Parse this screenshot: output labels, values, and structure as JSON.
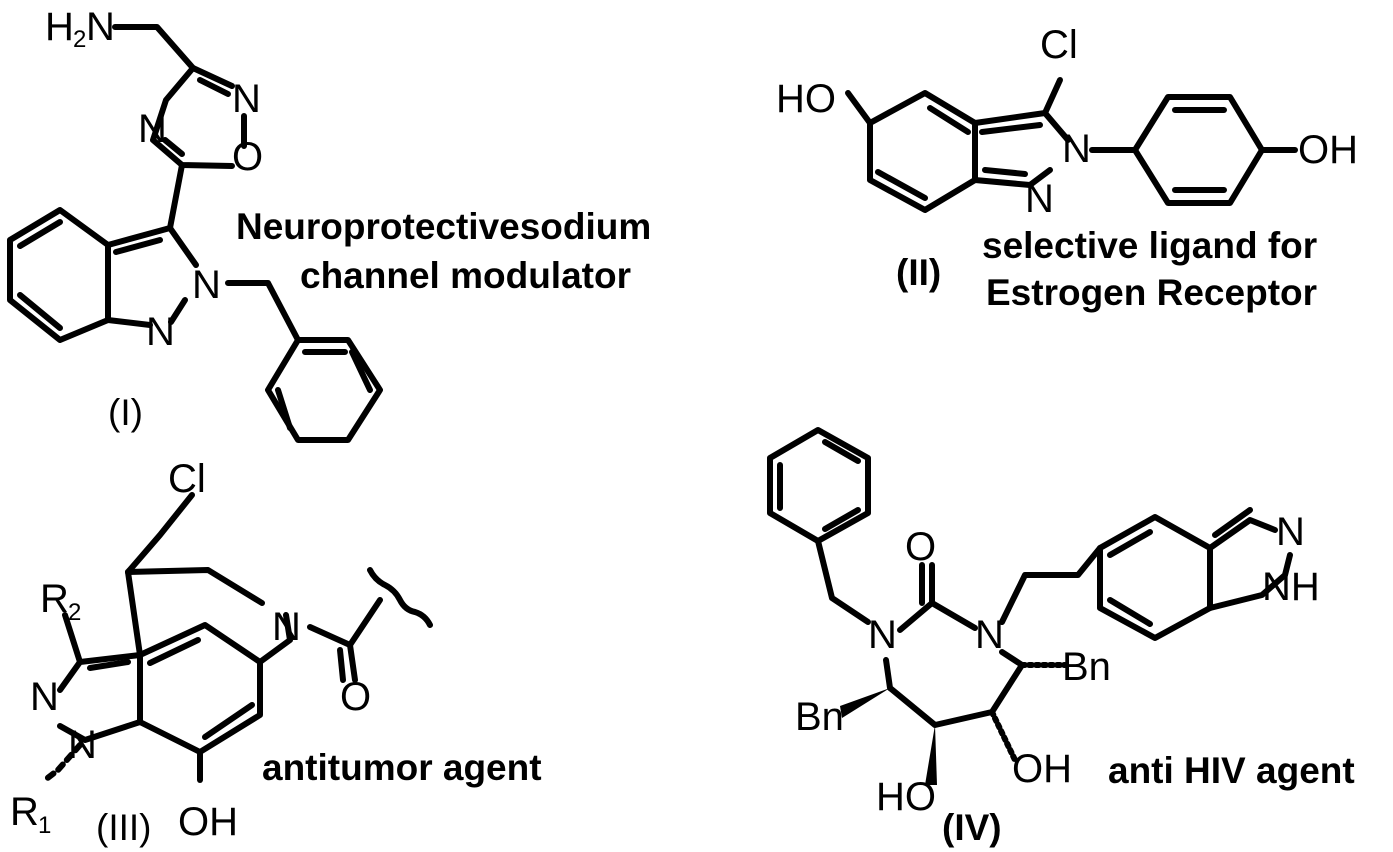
{
  "compounds": [
    {
      "id": "(I)",
      "description_line1": "Neuroprotectivesodium",
      "description_line2": "channel modulator",
      "atoms": {
        "amine": "H",
        "amine_sub": "2",
        "amine_n": "N",
        "n1": "N",
        "n2": "N",
        "o": "O",
        "n3": "N",
        "n4": "N"
      }
    },
    {
      "id": "(II)",
      "description_line1": "selective ligand for",
      "description_line2": "Estrogen Receptor",
      "atoms": {
        "ho": "HO",
        "cl": "Cl",
        "n1": "N",
        "n2": "N",
        "oh": "OH"
      }
    },
    {
      "id": "(III)",
      "description_line1": "antitumor agent",
      "atoms": {
        "cl": "Cl",
        "r2": "R",
        "r2_sub": "2",
        "n1": "N",
        "n2": "N",
        "n3": "N",
        "o": "O",
        "r1": "R",
        "r1_sub": "1",
        "oh": "OH"
      }
    },
    {
      "id": "(IV)",
      "description_line1": "anti HIV agent",
      "atoms": {
        "o": "O",
        "n1": "N",
        "n2": "N",
        "bn1": "Bn",
        "bn2": "Bn",
        "ho": "HO",
        "oh": "OH",
        "n_ind": "N",
        "nh": "NH"
      }
    }
  ]
}
